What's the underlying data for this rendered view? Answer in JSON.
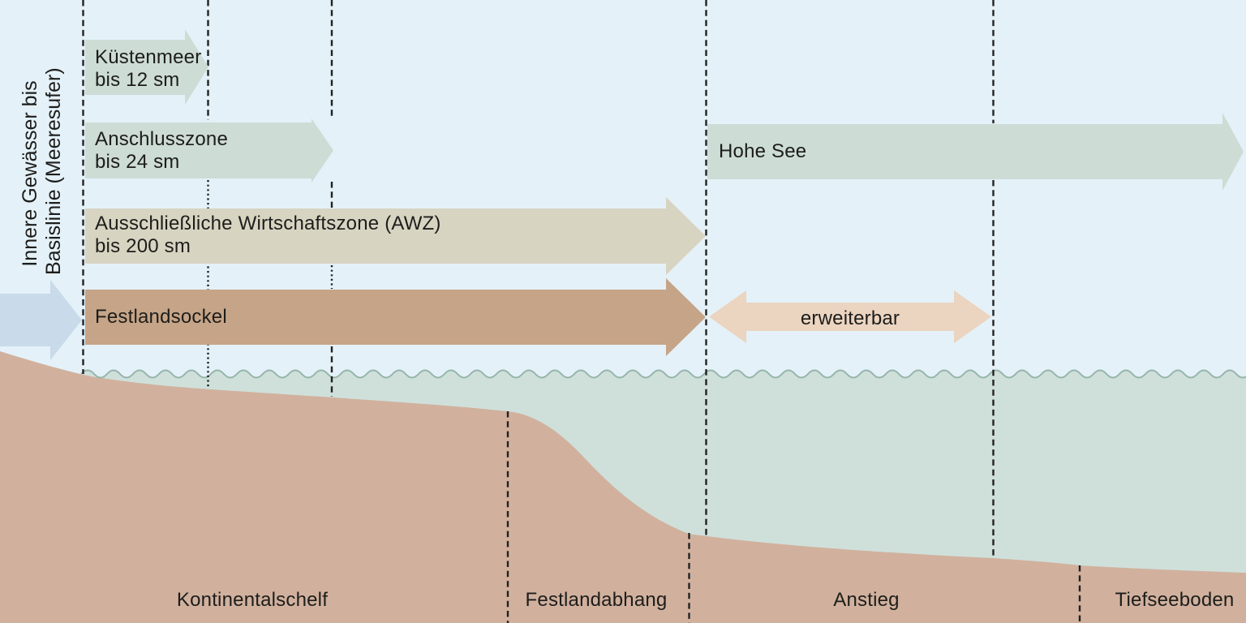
{
  "colors": {
    "sky": "#e4f1f8",
    "water": "#cfe0db",
    "sand": "#d1b19e",
    "sage": "#cddcd5",
    "beige": "#d8d4c2",
    "brown": "#c6a487",
    "blue": "#c9daea",
    "peach": "#ebd4c0",
    "wave": "#96b4ab",
    "dash": "#222222",
    "text": "#1d1d1b"
  },
  "labels": {
    "inner_waters": {
      "line1": "Innere Gewässer bis",
      "line2": "Basislinie (Meeresufer)"
    },
    "kuestenmeer": {
      "name": "Küstenmeer",
      "range": "bis 12 sm"
    },
    "anschlusszone": {
      "name": "Anschlusszone",
      "range": "bis 24 sm"
    },
    "awz": {
      "name": "Ausschließliche Wirtschaftszone (AWZ)",
      "range": "bis 200 sm"
    },
    "festlandsockel": {
      "name": "Festlandsockel"
    },
    "hohe_see": {
      "name": "Hohe See"
    },
    "erweiterbar": {
      "name": "erweiterbar"
    }
  },
  "seafloor": {
    "labels": [
      "Kontinentalschelf",
      "Festlandabhang",
      "Anstieg",
      "Tiefseeboden"
    ]
  }
}
